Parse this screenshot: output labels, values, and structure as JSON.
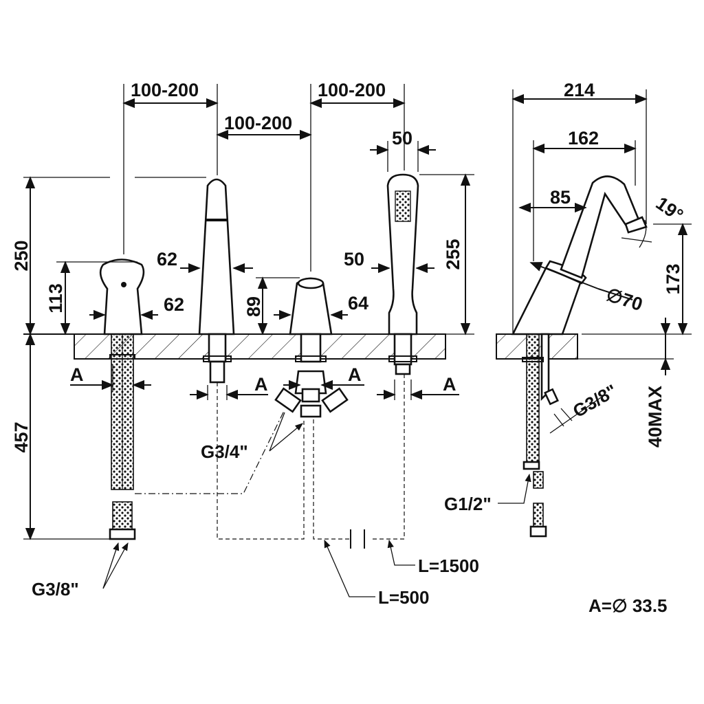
{
  "dimensions": {
    "spacing_left": "100-200",
    "spacing_middle": "100-200",
    "spacing_right": "100-200",
    "handshower_width": "50",
    "side_width": "214",
    "side_reach": "162",
    "side_offset": "85",
    "angle": "19°",
    "height_total": "250",
    "height_handle": "113",
    "handle_width": "62",
    "spout_width": "62",
    "height_diverter": "89",
    "diverter_width": "64",
    "hand_width_lower": "50",
    "height_handshower": "255",
    "height_side": "173",
    "diameter_base": "∅70",
    "depth_below": "457",
    "deck_max": "40MAX",
    "hole_marker": "A"
  },
  "labels": {
    "thread_diverter": "G3/4\"",
    "thread_left_hoses": "G3/8\"",
    "thread_side_top": "G3/8\"",
    "thread_side_bottom": "G1/2\"",
    "hose_short": "L=500",
    "hose_long": "L=1500",
    "hole_note": "A=∅ 33.5"
  }
}
